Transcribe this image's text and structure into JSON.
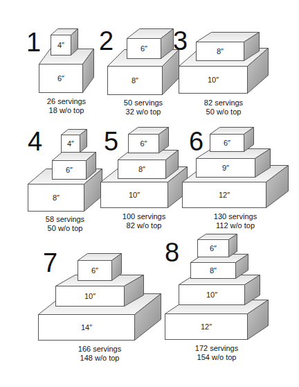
{
  "diagram": {
    "nodes": [
      {
        "text": [
          "4″"
        ]
      },
      {
        "text": [
          "6″"
        ]
      },
      {
        "text": [
          "6″"
        ]
      },
      {
        "text": [
          "8″"
        ]
      },
      {
        "text": [
          "8″"
        ]
      },
      {
        "text": [
          "10″"
        ]
      },
      {
        "text": [
          "4″"
        ]
      },
      {
        "text": [
          "6″"
        ]
      },
      {
        "text": [
          "8″"
        ]
      },
      {
        "text": [
          "6″"
        ]
      },
      {
        "text": [
          "8″"
        ]
      },
      {
        "text": [
          "10″"
        ]
      },
      {
        "text": [
          "6″"
        ]
      },
      {
        "text": [
          "9″"
        ]
      },
      {
        "text": [
          "12″"
        ]
      },
      {
        "text": [
          "6″"
        ]
      },
      {
        "text": [
          "10″"
        ]
      },
      {
        "text": [
          "14″"
        ]
      },
      {
        "text": [
          "6″"
        ]
      },
      {
        "text": [
          "8″"
        ]
      },
      {
        "text": [
          "10″"
        ]
      },
      {
        "text": [
          "12″"
        ]
      }
    ],
    "labels": [
      "1",
      "26 servings",
      "18 w/o top",
      "2",
      "50 servings",
      "32 w/o top",
      "3",
      "82 servings",
      "50 w/o top",
      "4",
      "58 servings",
      "50 w/o top",
      "5",
      "100 servings",
      "82 w/o top",
      "6",
      "130 servings",
      "112 w/o top",
      "7",
      "166 servings",
      "148 w/o top",
      "8",
      "172 servings",
      "154 w/o top"
    ]
  }
}
